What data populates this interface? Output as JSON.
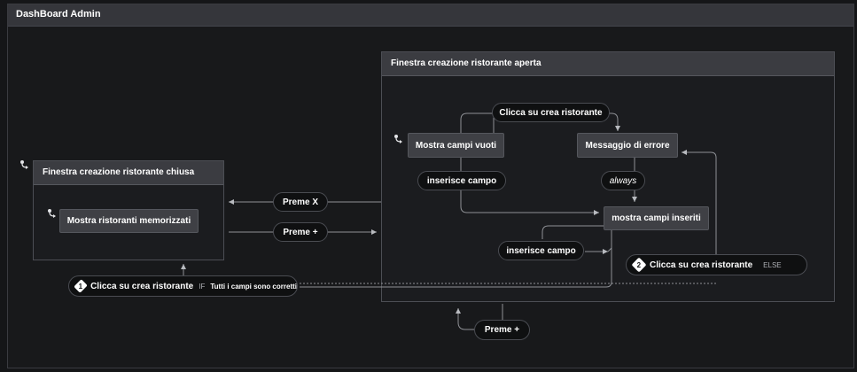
{
  "root": {
    "title": "DashBoard Admin"
  },
  "states": {
    "closed": {
      "title": "Finestra creazione ristorante chiusa",
      "child": "Mostra ristoranti memorizzati"
    },
    "open": {
      "title": "Finestra creazione ristorante aperta",
      "children": {
        "empty": "Mostra campi vuoti",
        "error": "Messaggio di errore",
        "filled": "mostra campi inseriti"
      }
    }
  },
  "transitions": {
    "preme_x": "Preme X",
    "preme_plus_1": "Preme +",
    "preme_plus_2": "Preme +",
    "clicca_top": "Clicca su crea ristorante",
    "inserisce_1": "inserisce campo",
    "inserisce_2": "inserisce campo",
    "always": "always",
    "clicca_1": {
      "number": "1",
      "label": "Clicca su crea ristorante",
      "kw": "IF",
      "guard": "Tutti i campi sono corretti"
    },
    "clicca_2": {
      "number": "2",
      "label": "Clicca su crea ristorante",
      "kw": "ELSE"
    }
  },
  "icons": {
    "initial": "initial-state-icon",
    "arrow": "arrowhead"
  },
  "colors": {
    "background": "#151618",
    "state_header": "#3b3c41",
    "node": "#3f4045",
    "pill": "#0f1011",
    "edge": "#8f9196"
  }
}
